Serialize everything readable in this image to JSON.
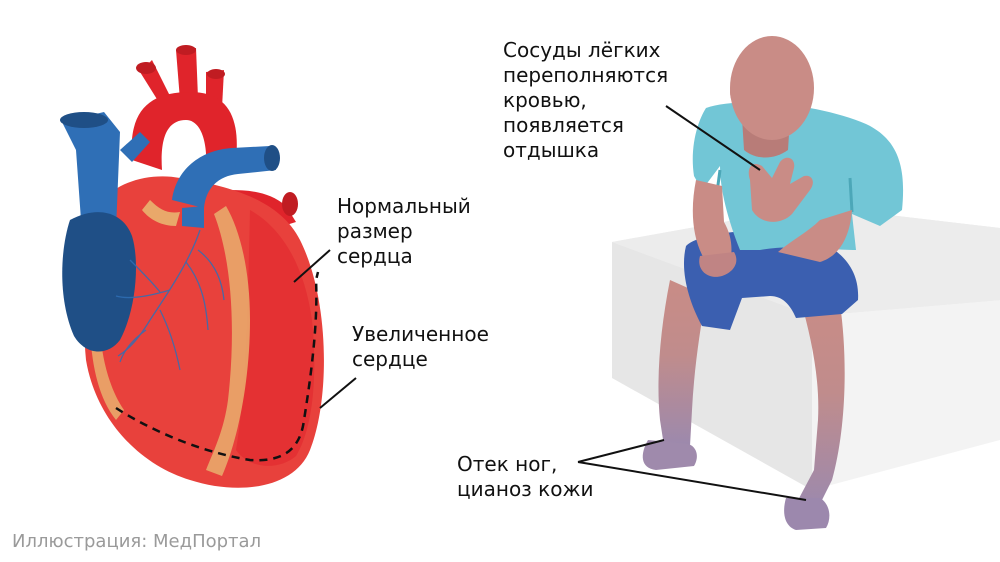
{
  "labels": {
    "normal_heart": [
      "Нормальный",
      "размер",
      "сердца"
    ],
    "enlarged_heart": [
      "Увеличенное",
      "сердце"
    ],
    "lungs": [
      "Сосуды лёгких",
      "переполняются",
      "кровью,",
      "появляется",
      "отдышка"
    ],
    "edema": [
      "Отек ног,",
      "цианоз кожи"
    ]
  },
  "credit": "Иллюстрация: МедПортал",
  "colors": {
    "heart_red": "#e8413c",
    "artery_red": "#e0242b",
    "vein_blue": "#2f6fb6",
    "vein_dark_blue": "#1f4f86",
    "fat_yellow": "#e9a86a",
    "shirt": "#72c6d6",
    "shorts": "#3b5fb0",
    "skin": "#c98c86",
    "cyanotic_skin": "#a088a8",
    "bench": "#e9e9e9"
  }
}
